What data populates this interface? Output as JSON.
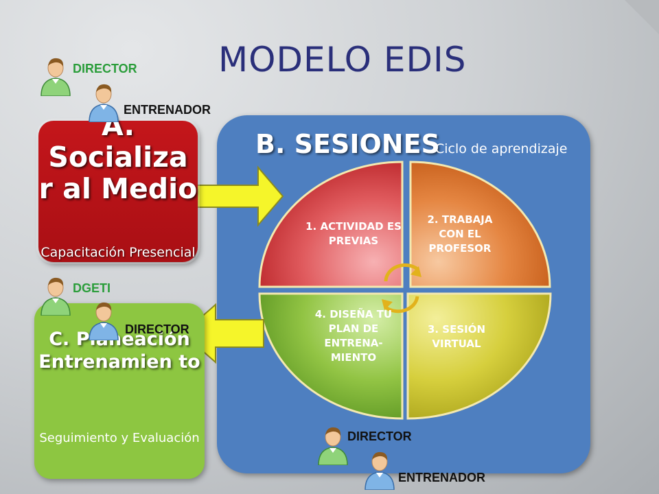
{
  "title": "MODELO EDIS",
  "roles": {
    "director_top": "DIRECTOR",
    "entrenador_top": "ENTRENADOR",
    "dgeti": "DGETI",
    "director_mid": "DIRECTOR",
    "director_bottom": "DIRECTOR",
    "entrenador_bottom": "ENTRENADOR"
  },
  "box_a": {
    "title": "A. Socializa r al Medio",
    "subtitle": "Capacitación Presencial"
  },
  "sessions": {
    "title": "B. SESIONES",
    "subtitle": "Ciclo de aprendizaje",
    "quadrants": {
      "q1": "1. ACTIVIDAD ES PREVIAS",
      "q2": "2. TRABAJA CON EL PROFESOR",
      "q3": "3. SESIÓN VIRTUAL",
      "q4": "4. DISEÑA TU PLAN DE ENTRENA- MIENTO"
    }
  },
  "box_c": {
    "title": "C. Planeación Entrenamien to",
    "subtitle": "Seguimiento y Evaluación"
  },
  "colors": {
    "title": "#2a2f7a",
    "panel": "#4e7fc0",
    "box_a": "#c4161b",
    "box_c": "#8dc641",
    "arrow": "#f5f52a",
    "role_green": "#2a9d3a",
    "q1": "#d94a4d",
    "q2": "#e2803c",
    "q3": "#c9c230",
    "q4": "#86bb3a"
  },
  "icons": [
    "person-icon",
    "arrow-right-icon",
    "arrow-left-icon",
    "cycle-icon"
  ]
}
